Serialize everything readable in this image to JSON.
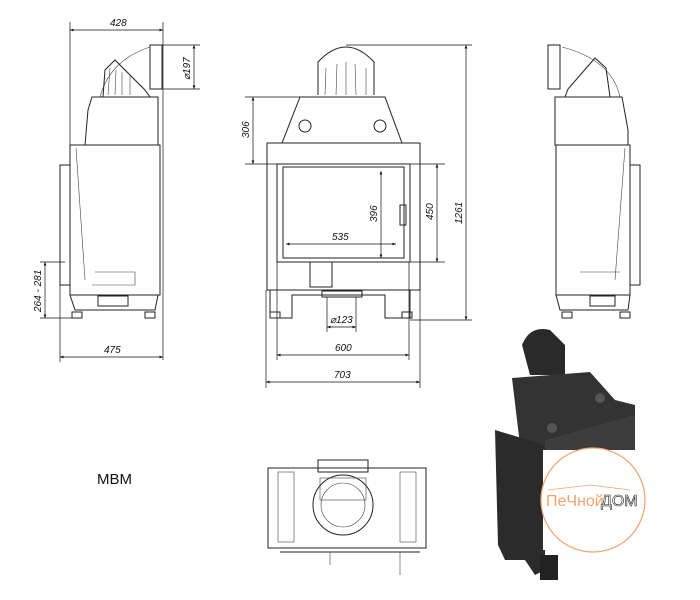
{
  "model_label": "MBM",
  "dimensions": {
    "side_depth_top": "428",
    "flue_diameter": "⌀197",
    "hood_height": "306",
    "total_height": "1261",
    "glass_height": "396",
    "door_height": "450",
    "glass_width": "535",
    "air_inlet_diameter": "⌀123",
    "door_width": "600",
    "total_width": "703",
    "side_depth_bottom": "475",
    "floor_to_door": "264 - 281"
  },
  "watermark": {
    "text_a": "ПеЧной",
    "text_b": "ДОМ",
    "color": "#f4a36f"
  }
}
